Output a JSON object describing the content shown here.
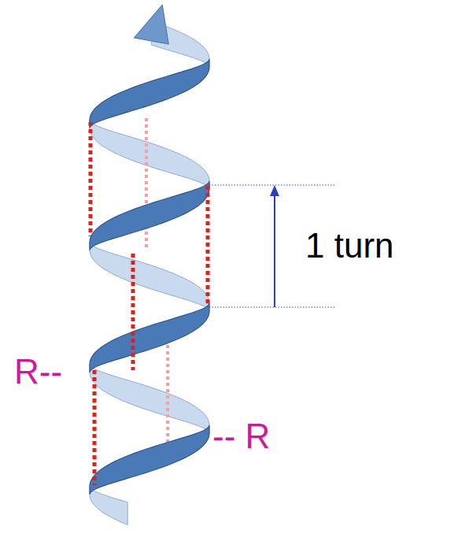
{
  "diagram": {
    "labels": [
      "1 turn",
      "R--",
      "-- R"
    ]
  }
}
